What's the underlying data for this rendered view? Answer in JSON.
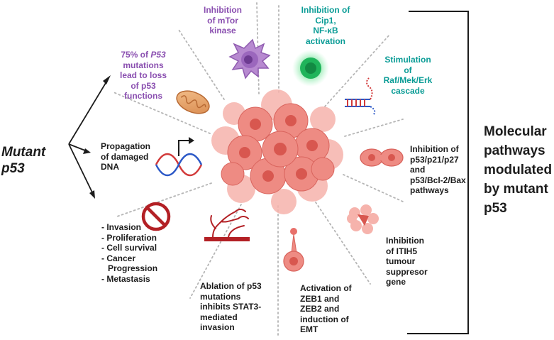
{
  "mutant_title": [
    "Mutant",
    "p53"
  ],
  "pathways_title": [
    "Molecular",
    "pathways",
    "modulated",
    "by mutant",
    "p53"
  ],
  "nodes": {
    "mtor": [
      "Inhibition",
      "of mTor",
      "kinase"
    ],
    "cip1": [
      "Inhibition of",
      "Cip1,",
      "NF-κB",
      "activation"
    ],
    "raf": [
      "Stimulation",
      "of",
      "Raf/Mek/Erk",
      "cascade"
    ],
    "loss": [
      "75% of ",
      "P53",
      "mutations",
      "lead to loss",
      "of p53",
      "functions"
    ],
    "propagation": [
      "Propagation",
      "of damaged",
      "DNA"
    ],
    "inhibition_p53": [
      "Inhibition of",
      "p53/p21/p27",
      "and",
      "p53/Bcl-2/Bax",
      "pathways"
    ],
    "invasion_list": [
      "- Invasion",
      "- Proliferation",
      "- Cell survival",
      "- Cancer",
      "Progression",
      "- Metastasis"
    ],
    "itih5": [
      "Inhibition",
      "of ITIH5",
      "tumour",
      "suppresor",
      "gene"
    ],
    "ablation": [
      "Ablation of p53",
      "mutations",
      "inhibits STAT3-",
      "mediated",
      "invasion"
    ],
    "zeb": [
      "Activation of",
      "ZEB1 and",
      "ZEB2  and",
      "induction of",
      "EMT"
    ]
  },
  "colors": {
    "text": "#1c1c1c",
    "purple": "#8a4fb0",
    "teal": "#0a9c96",
    "tumor": "#e8706a",
    "tumor_light": "#f6b3ac",
    "dotted_line": "#b5b5b5",
    "forbidden": "#b32025",
    "dna_blue": "#2b58c7",
    "dna_red": "#d23a3a"
  },
  "icons": [
    "mitochondrion-icon",
    "macrophage-icon",
    "green-cell-icon",
    "dna-unwinding-icon",
    "dna-transcription-icon",
    "cell-division-icon",
    "cell-cluster-icon",
    "no-entry-icon",
    "blood-vessel-icon",
    "migrating-cell-icon",
    "tumor-mass-icon"
  ]
}
